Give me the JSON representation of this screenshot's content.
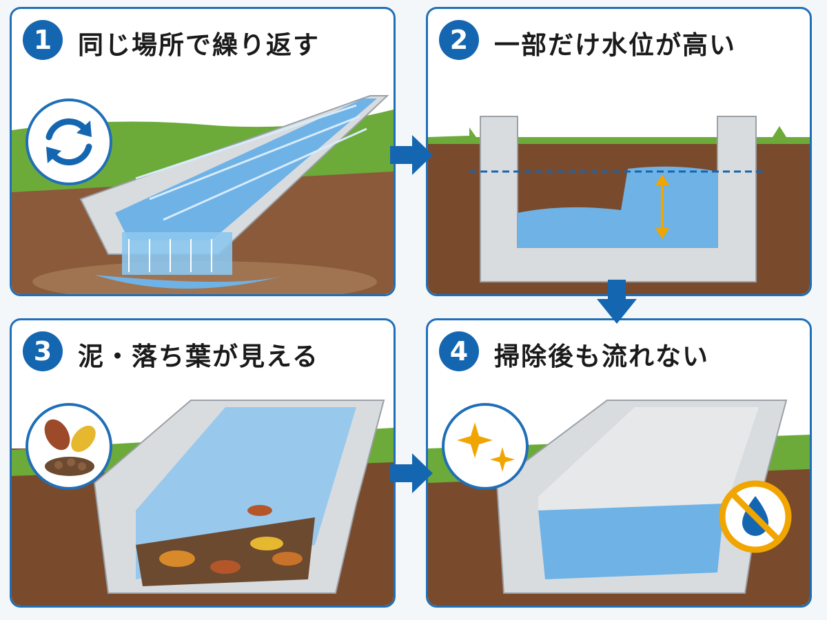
{
  "panels": [
    {
      "number": "1",
      "title": "同じ場所で繰り返す",
      "icon": "refresh-icon"
    },
    {
      "number": "2",
      "title": "一部だけ水位が高い",
      "icon": "double-arrow-icon"
    },
    {
      "number": "3",
      "title": "泥・落ち葉が見える",
      "icon": "leaves-mud-icon"
    },
    {
      "number": "4",
      "title": "掃除後も流れない",
      "icon": "sparkle-icon"
    }
  ],
  "colors": {
    "accent": "#1566b0",
    "water": "#6fb2e6",
    "concrete": "#d9dcdf",
    "soil": "#7a4a2c",
    "grass": "#6caa3a",
    "warning": "#f0a500"
  }
}
